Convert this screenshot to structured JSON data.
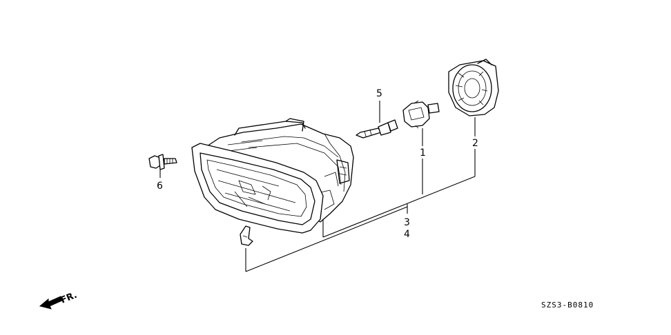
{
  "callouts": {
    "c1": "1",
    "c2": "2",
    "c3": "3",
    "c4": "4",
    "c5": "5",
    "c6": "6"
  },
  "direction_label": "FR.",
  "diagram_code": "SZS3-B0810"
}
